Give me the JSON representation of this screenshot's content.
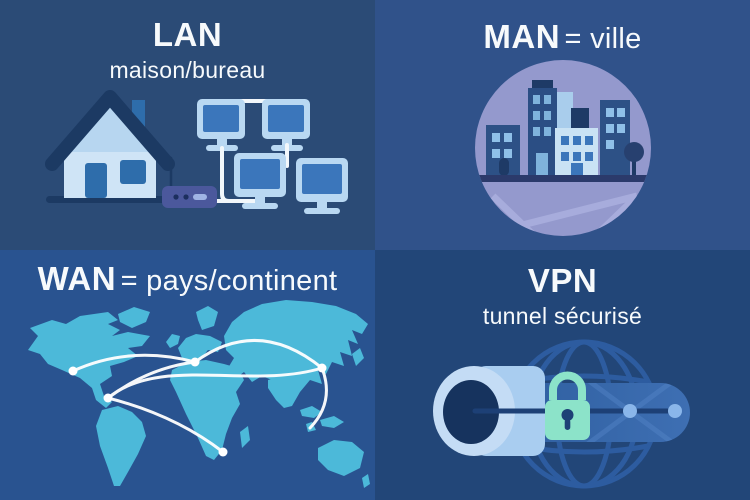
{
  "quadrants": {
    "lan": {
      "title": "LAN",
      "subtitle": "maison/bureau"
    },
    "man": {
      "title": "MAN",
      "suffix": "= ville"
    },
    "wan": {
      "title": "WAN",
      "suffix": "= pays/continent"
    },
    "vpn": {
      "title": "VPN",
      "subtitle": "tunnel sécurisé"
    }
  },
  "icons": {
    "lan": [
      "house-icon",
      "router-icon",
      "monitor-icon",
      "network-cables"
    ],
    "man": [
      "city-circle-icon",
      "buildings-icon",
      "tree-icon",
      "street-line"
    ],
    "wan": [
      "world-map-icon",
      "connection-lines",
      "connection-dots"
    ],
    "vpn": [
      "globe-wireframe-icon",
      "tunnel-pipe-icon",
      "vpn-capsule",
      "padlock-icon",
      "connection-dots"
    ]
  },
  "colors": {
    "lan_bg": "#2b4b76",
    "man_bg": "#30528a",
    "wan_bg": "#295390",
    "vpn_bg": "#224678",
    "text": "#f7fafc",
    "icon_light_blue": "#b9d8f2",
    "icon_lighter_blue": "#cfe4f6",
    "icon_medium_blue": "#3b76bb",
    "dark_navy": "#1c3a63",
    "router_purple": "#4b589c",
    "cable_white": "#f2f7fb",
    "map_land_cyan": "#4cb9d9",
    "circle_lavender": "#9499cd",
    "road_lavender": "#abb0de",
    "street_dark": "#2b3a6b",
    "lock_mint": "#8ce3c9",
    "globe_stroke": "#2d5ca0",
    "capsule_blue": "#33619f",
    "dot_light_blue": "#8ab6ea"
  }
}
